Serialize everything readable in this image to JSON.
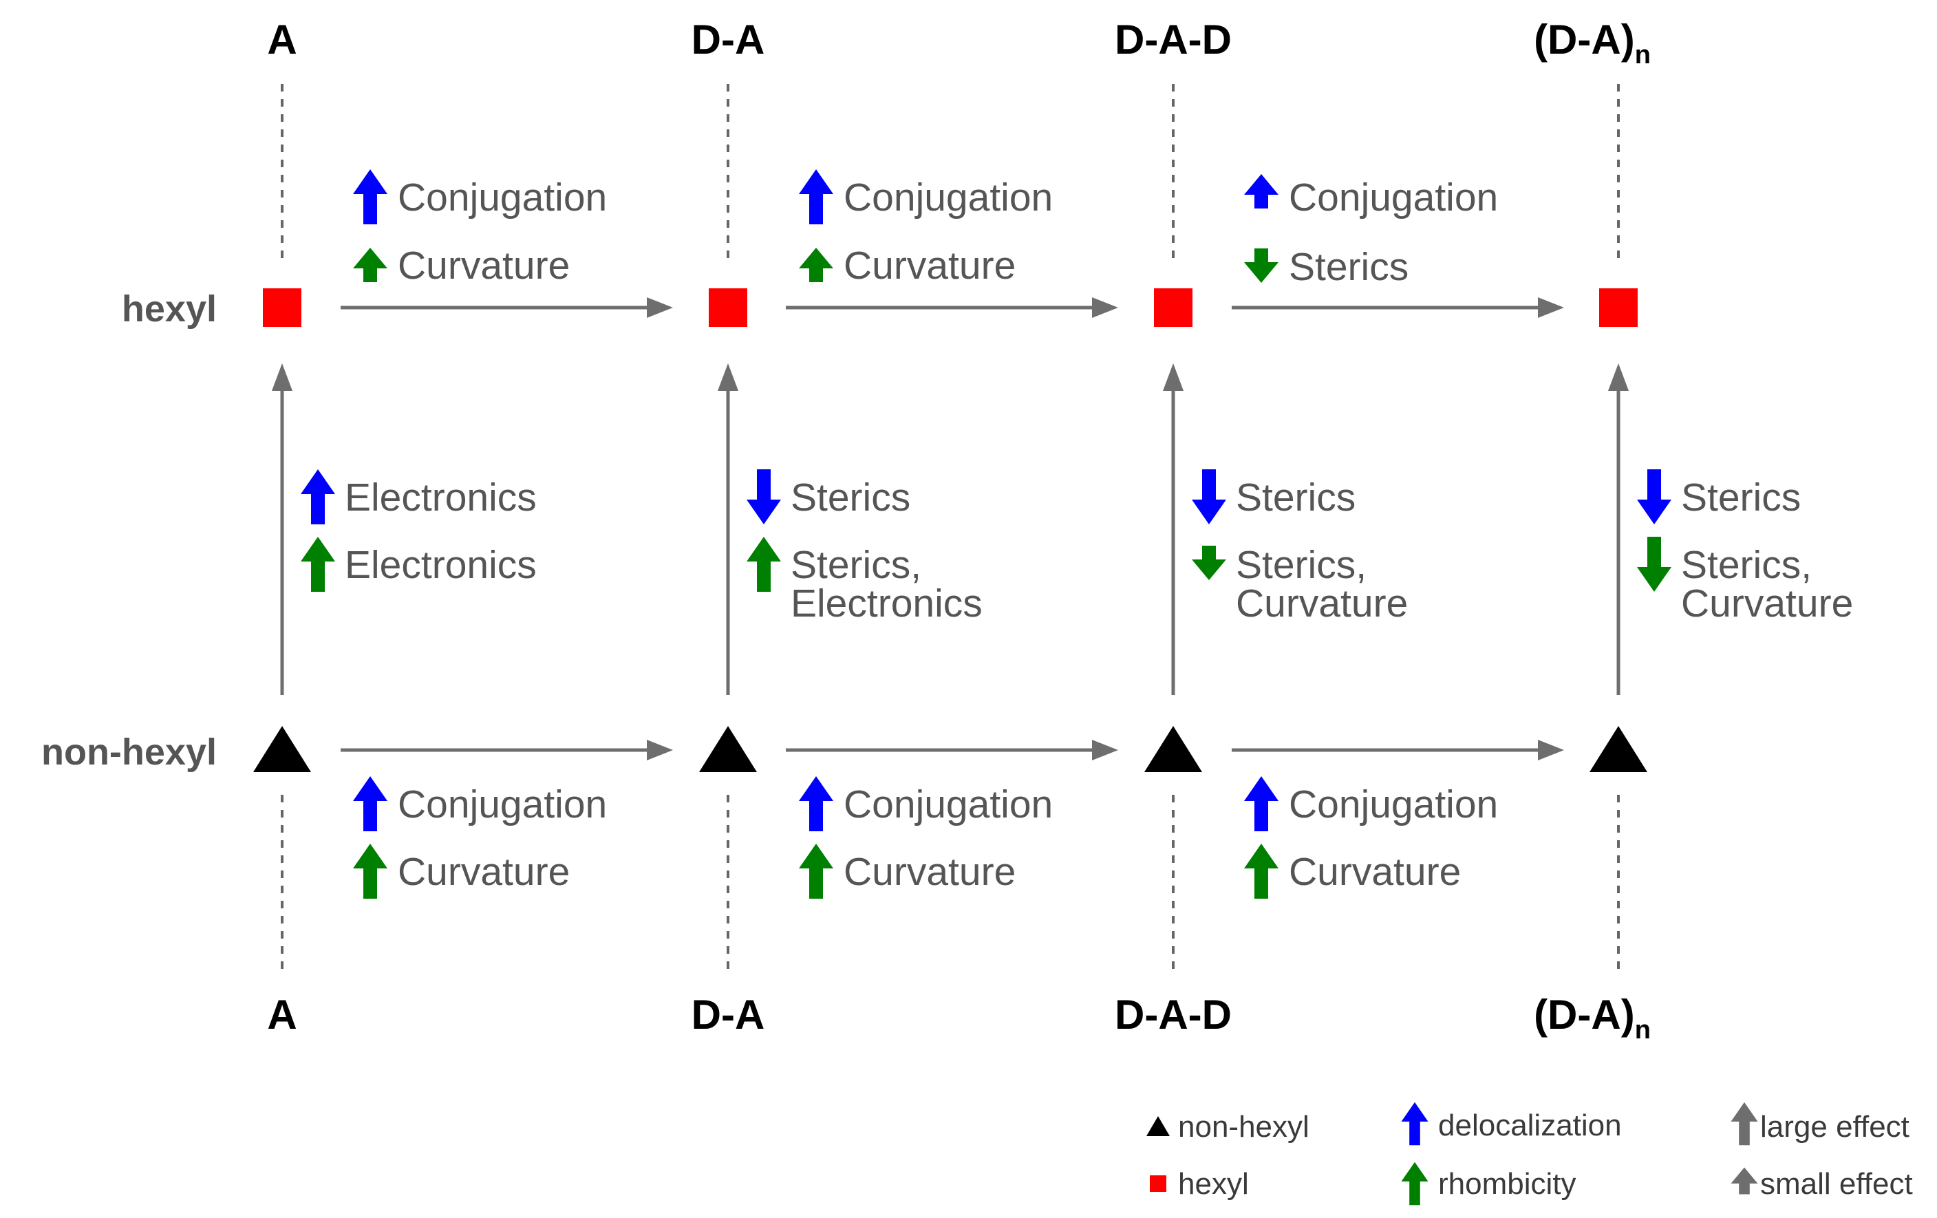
{
  "columns": [
    {
      "label": "A",
      "subscript": ""
    },
    {
      "label": "D-A",
      "subscript": ""
    },
    {
      "label": "D-A-D",
      "subscript": ""
    },
    {
      "label": "(D-A)",
      "subscript": "n"
    }
  ],
  "rows": {
    "hexyl": "hexyl",
    "non_hexyl": "non-hexyl"
  },
  "colors": {
    "delocalization": "#0000ff",
    "rhombicity": "#008000",
    "hexyl": "#ff0000",
    "non_hexyl": "#000000",
    "connector": "#6e6e6e",
    "label_gray": "#555555"
  },
  "hexyl_transitions": [
    [
      {
        "text": "Conjugation",
        "color": "blue",
        "dir": "up",
        "size": "large"
      },
      {
        "text": "Curvature",
        "color": "green",
        "dir": "up",
        "size": "small"
      }
    ],
    [
      {
        "text": "Conjugation",
        "color": "blue",
        "dir": "up",
        "size": "large"
      },
      {
        "text": "Curvature",
        "color": "green",
        "dir": "up",
        "size": "small"
      }
    ],
    [
      {
        "text": "Conjugation",
        "color": "blue",
        "dir": "up",
        "size": "small"
      },
      {
        "text": "Sterics",
        "color": "green",
        "dir": "down",
        "size": "small"
      }
    ]
  ],
  "vertical_transitions": [
    [
      {
        "lines": [
          "Electronics"
        ],
        "color": "blue",
        "dir": "up",
        "size": "large"
      },
      {
        "lines": [
          "Electronics"
        ],
        "color": "green",
        "dir": "up",
        "size": "large"
      }
    ],
    [
      {
        "lines": [
          "Sterics"
        ],
        "color": "blue",
        "dir": "down",
        "size": "large"
      },
      {
        "lines": [
          "Sterics,",
          "Electronics"
        ],
        "color": "green",
        "dir": "up",
        "size": "large"
      }
    ],
    [
      {
        "lines": [
          "Sterics"
        ],
        "color": "blue",
        "dir": "down",
        "size": "large"
      },
      {
        "lines": [
          "Sterics,",
          "Curvature"
        ],
        "color": "green",
        "dir": "down",
        "size": "small"
      }
    ],
    [
      {
        "lines": [
          "Sterics"
        ],
        "color": "blue",
        "dir": "down",
        "size": "large"
      },
      {
        "lines": [
          "Sterics,",
          "Curvature"
        ],
        "color": "green",
        "dir": "down",
        "size": "large"
      }
    ]
  ],
  "nonhexyl_transitions": [
    [
      {
        "text": "Conjugation",
        "color": "blue",
        "dir": "up",
        "size": "large"
      },
      {
        "text": "Curvature",
        "color": "green",
        "dir": "up",
        "size": "large"
      }
    ],
    [
      {
        "text": "Conjugation",
        "color": "blue",
        "dir": "up",
        "size": "large"
      },
      {
        "text": "Curvature",
        "color": "green",
        "dir": "up",
        "size": "large"
      }
    ],
    [
      {
        "text": "Conjugation",
        "color": "blue",
        "dir": "up",
        "size": "large"
      },
      {
        "text": "Curvature",
        "color": "green",
        "dir": "up",
        "size": "large"
      }
    ]
  ],
  "legend": {
    "non_hexyl": "non-hexyl",
    "hexyl": "hexyl",
    "delocalization": "delocalization",
    "rhombicity": "rhombicity",
    "large_effect": "large effect",
    "small_effect": "small effect"
  }
}
